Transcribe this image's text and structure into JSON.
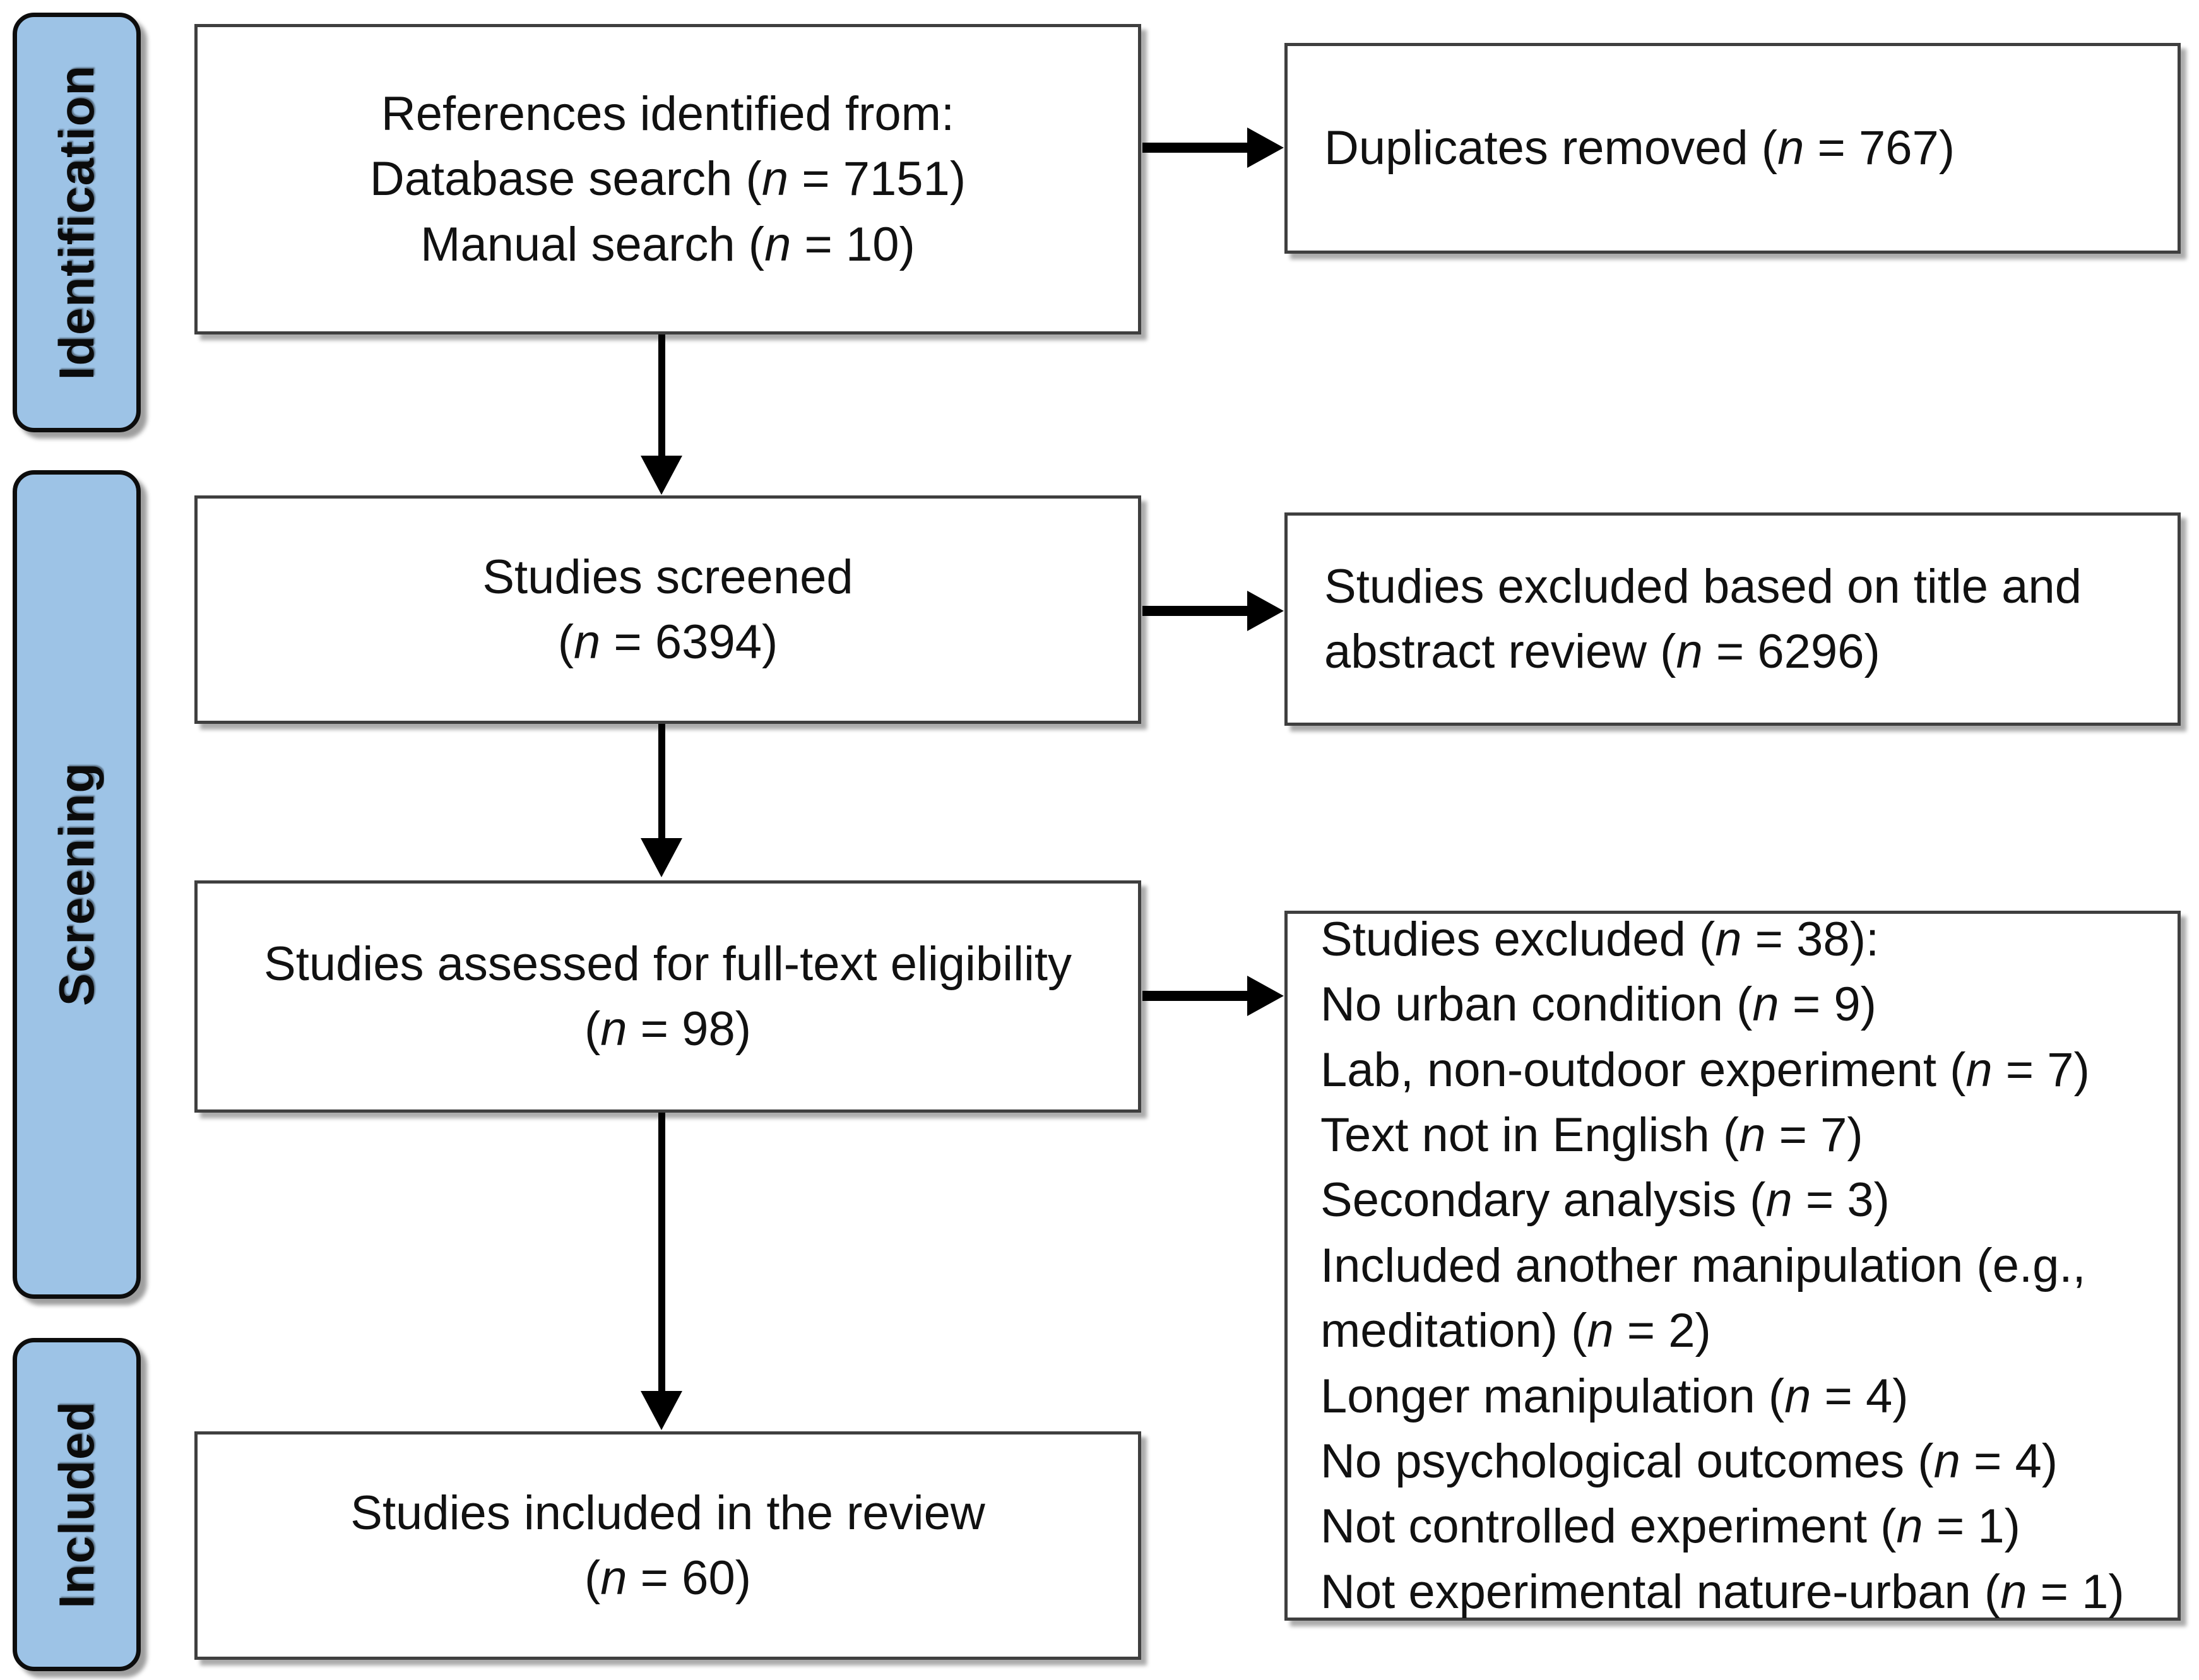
{
  "diagram": {
    "type": "prisma-flow-diagram",
    "title": "PRISMA study selection flow"
  },
  "phases": [
    {
      "id": "identification",
      "label": "Identification"
    },
    {
      "id": "screening",
      "label": "Screening"
    },
    {
      "id": "included",
      "label": "Included"
    }
  ],
  "boxes": {
    "identified": {
      "lines": [
        "References identified from:",
        "Database search (n = 7151)",
        "Manual search (n = 10)"
      ],
      "line1": "References identified from:",
      "line2_prefix": "Database search (",
      "line2_n": "n",
      "line2_suffix": " = 7151)",
      "line3_prefix": "Manual search (",
      "line3_n": "n",
      "line3_suffix": " = 10)"
    },
    "duplicates": {
      "line1_prefix": "Duplicates removed (",
      "line1_n": "n",
      "line1_suffix": " = 767)",
      "text": "Duplicates removed (n = 767)"
    },
    "screened": {
      "line1": "Studies screened",
      "line2_prefix": "(",
      "line2_n": "n",
      "line2_suffix": " = 6394)",
      "text": "Studies screened (n = 6394)"
    },
    "excluded_title_abstract": {
      "line1": "Studies excluded based on title and",
      "line2_prefix": "abstract review (",
      "line2_n": "n",
      "line2_suffix": " = 6296)",
      "text": "Studies excluded based on title and abstract review (n = 6296)"
    },
    "full_text": {
      "line1": "Studies assessed for full-text eligibility",
      "line2_prefix": "(",
      "line2_n": "n",
      "line2_suffix": " = 98)",
      "text": "Studies assessed for full-text eligibility (n = 98)"
    },
    "excluded_full_text": {
      "header_prefix": "Studies excluded (",
      "header_n": "n",
      "header_suffix": " = 38):",
      "reasons": [
        {
          "label": "No urban condition (",
          "n": "n",
          "count": " = 9)"
        },
        {
          "label": "Lab, non-outdoor experiment (",
          "n": "n",
          "count": " = 7)"
        },
        {
          "label": "Text not in English (",
          "n": "n",
          "count": " = 7)"
        },
        {
          "label": "Secondary analysis (",
          "n": "n",
          "count": " = 3)"
        },
        {
          "label": "Included another manipulation (e.g., meditation) (",
          "n": "n",
          "count": " = 2)"
        },
        {
          "label": "Longer manipulation (",
          "n": "n",
          "count": " = 4)"
        },
        {
          "label": "No psychological outcomes (",
          "n": "n",
          "count": " = 4)"
        },
        {
          "label": "Not controlled experiment (",
          "n": "n",
          "count": " = 1)"
        },
        {
          "label": "Not experimental nature-urban (",
          "n": "n",
          "count": " = 1)"
        }
      ],
      "plain_text": [
        "Studies excluded (n = 38):",
        "No urban condition (n = 9)",
        "Lab, non-outdoor experiment (n = 7)",
        "Text not in English (n = 7)",
        "Secondary analysis (n = 3)",
        "Included another manipulation (e.g., meditation) (n = 2)",
        "Longer manipulation (n = 4)",
        "No psychological outcomes (n = 4)",
        "Not controlled experiment (n = 1)",
        "Not experimental nature-urban (n = 1)"
      ]
    },
    "included_review": {
      "line1": "Studies included in the review",
      "line2_prefix": "(",
      "line2_n": "n",
      "line2_suffix": " = 60)",
      "text": "Studies included in the review (n = 60)"
    }
  },
  "colors": {
    "phase_fill": "#9DC3E6",
    "phase_border": "#0D0D0D",
    "box_border": "#3F3F3F",
    "connector": "#000000",
    "text": "#111111",
    "background": "#FFFFFF"
  }
}
